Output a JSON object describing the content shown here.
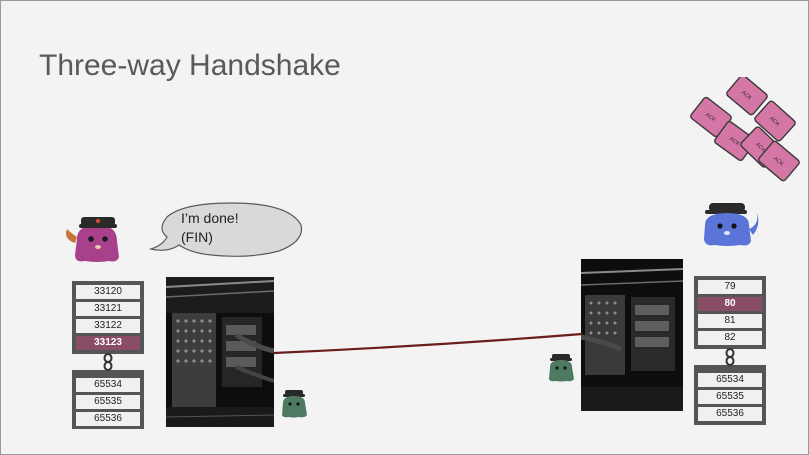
{
  "slide": {
    "title": "Three-way Handshake"
  },
  "speech_bubble": {
    "line1": "I’m done!",
    "line2": "(FIN)"
  },
  "left_ports": {
    "top": [
      "33120",
      "33121",
      "33122",
      "33123"
    ],
    "bottom": [
      "65534",
      "65535",
      "65536"
    ],
    "highlighted": "33123"
  },
  "right_ports": {
    "top": [
      "79",
      "80",
      "81",
      "82"
    ],
    "bottom": [
      "65534",
      "65535",
      "65536"
    ],
    "highlighted": "80"
  },
  "ack_packets": {
    "label": "ACK",
    "color": "#d477a6"
  },
  "colors": {
    "background": "#f3f3f3",
    "title": "#595959",
    "highlight": "#8a4d68",
    "cable": "#6b1d1d",
    "mascot_left": "#a9408c",
    "mascot_right": "#5b74d8",
    "mascot_small": "#4f7a62"
  }
}
